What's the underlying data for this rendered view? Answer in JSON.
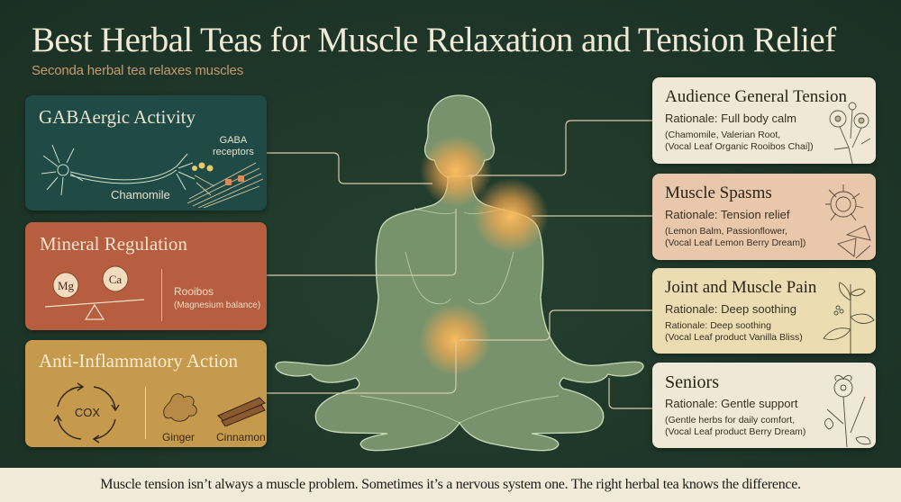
{
  "header": {
    "title": "Best Herbal Teas for Muscle Relaxation and Tension Relief",
    "subtitle": "Seconda herbal tea relaxes muscles"
  },
  "mechanisms": [
    {
      "title": "GABAergic Activity",
      "herb": "Chamomile",
      "annotation_line1": "GABA",
      "annotation_line2": "receptors",
      "color": "#1f4a45"
    },
    {
      "title": "Mineral Regulation",
      "herb": "Rooibos",
      "note": "(Magnesium balance)",
      "minerals": [
        "Mg",
        "Ca"
      ],
      "color": "#b65e3f"
    },
    {
      "title": "Anti-Inflammatory Action",
      "cycle_label": "COX",
      "herbs": [
        "Ginger",
        "Cinnamon"
      ],
      "color": "#c69a4c"
    }
  ],
  "audiences": [
    {
      "title": "Audience General Tension",
      "rationale": "Rationale: Full body calm",
      "detail_line1": "(Chamomile, Valerian Root,",
      "detail_line2": "(Vocal Leaf Organic Rooibos Chai])",
      "plant_icon": "chamomile-sketch",
      "color": "#efe8d6"
    },
    {
      "title": "Muscle Spasms",
      "rationale": "Rationale: Tension relief",
      "detail_line1": "(Lemon Balm, Passionflower,",
      "detail_line2": "(Vocal Leaf Lemon Berry Dream])",
      "plant_icon": "passionflower-sketch",
      "color": "#e9c7ab"
    },
    {
      "title": "Joint and Muscle Pain",
      "rationale": "Rationale: Deep soothing",
      "detail_line1": "Rationale: Deep soothing",
      "detail_line2": "(Vocal Leaf product Vanilla Bliss)",
      "plant_icon": "leafy-herb-sketch",
      "color": "#ecdcb1"
    },
    {
      "title": "Seniors",
      "rationale": "Rationale: Gentle support",
      "detail_line1": "(Gentle herbs for daily comfort,",
      "detail_line2": "(Vocal Leaf product Berry Dream)",
      "plant_icon": "wild-rose-sketch",
      "color": "#efe8d6"
    }
  ],
  "figure": {
    "description": "meditating-figure-lotus-pose",
    "hotspots": [
      "neck",
      "shoulder",
      "abdomen"
    ],
    "glow_color": "#f5b25a",
    "body_color": "#7f9a72"
  },
  "footer": {
    "text": "Muscle tension isn’t always a muscle problem. Sometimes it’s a nervous system one. The right herbal tea knows the difference."
  }
}
